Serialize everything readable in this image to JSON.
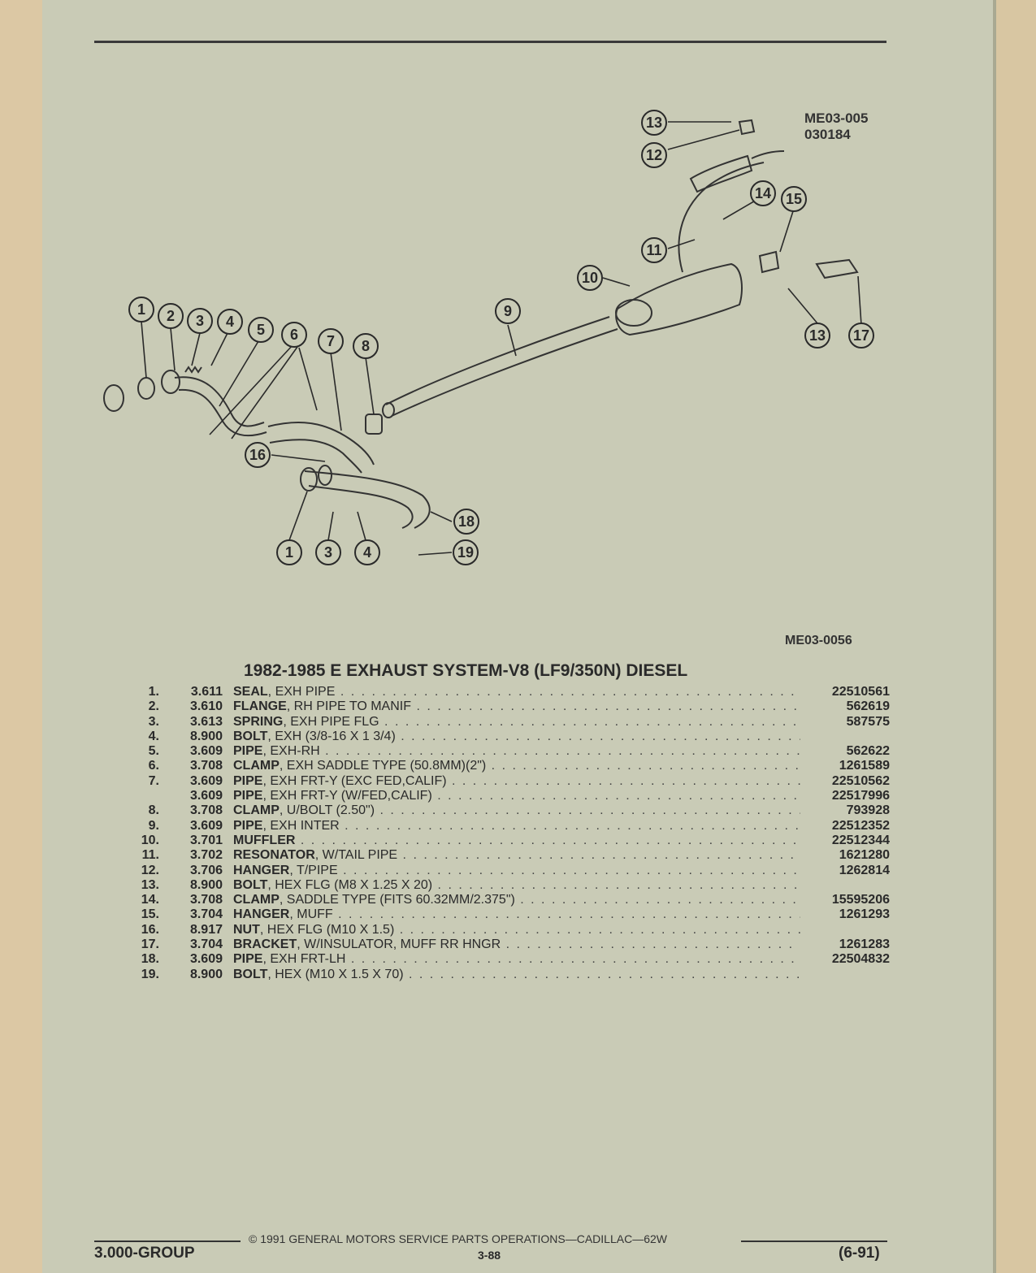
{
  "figure": {
    "id": "ME03-005",
    "date_code": "030184",
    "code": "ME03-0056"
  },
  "title": "1982-1985 E EXHAUST SYSTEM-V8 (LF9/350N) DIESEL",
  "parts": [
    {
      "num": "1.",
      "group": "3.611",
      "name": "SEAL",
      "desc": ", EXH PIPE",
      "part_no": "22510561"
    },
    {
      "num": "2.",
      "group": "3.610",
      "name": "FLANGE",
      "desc": ", RH PIPE TO MANIF",
      "part_no": "562619"
    },
    {
      "num": "3.",
      "group": "3.613",
      "name": "SPRING",
      "desc": ", EXH PIPE FLG",
      "part_no": "587575"
    },
    {
      "num": "4.",
      "group": "8.900",
      "name": "BOLT",
      "desc": ", EXH (3/8-16 X 1 3/4)",
      "part_no": ""
    },
    {
      "num": "5.",
      "group": "3.609",
      "name": "PIPE",
      "desc": ", EXH-RH",
      "part_no": "562622"
    },
    {
      "num": "6.",
      "group": "3.708",
      "name": "CLAMP",
      "desc": ", EXH SADDLE TYPE (50.8MM)(2\")",
      "part_no": "1261589"
    },
    {
      "num": "7.",
      "group": "3.609",
      "name": "PIPE",
      "desc": ", EXH FRT-Y (EXC FED,CALIF)",
      "part_no": "22510562"
    },
    {
      "num": "",
      "group": "3.609",
      "name": "PIPE",
      "desc": ", EXH FRT-Y (W/FED,CALIF)",
      "part_no": "22517996"
    },
    {
      "num": "8.",
      "group": "3.708",
      "name": "CLAMP",
      "desc": ", U/BOLT (2.50\")",
      "part_no": "793928"
    },
    {
      "num": "9.",
      "group": "3.609",
      "name": "PIPE",
      "desc": ", EXH INTER",
      "part_no": "22512352"
    },
    {
      "num": "10.",
      "group": "3.701",
      "name": "MUFFLER",
      "desc": "",
      "part_no": "22512344"
    },
    {
      "num": "11.",
      "group": "3.702",
      "name": "RESONATOR",
      "desc": ", W/TAIL PIPE",
      "part_no": "1621280"
    },
    {
      "num": "12.",
      "group": "3.706",
      "name": "HANGER",
      "desc": ", T/PIPE",
      "part_no": "1262814"
    },
    {
      "num": "13.",
      "group": "8.900",
      "name": "BOLT",
      "desc": ", HEX FLG (M8 X 1.25 X 20)",
      "part_no": ""
    },
    {
      "num": "14.",
      "group": "3.708",
      "name": "CLAMP",
      "desc": ", SADDLE TYPE (FITS 60.32MM/2.375\")",
      "part_no": "15595206"
    },
    {
      "num": "15.",
      "group": "3.704",
      "name": "HANGER",
      "desc": ", MUFF",
      "part_no": "1261293"
    },
    {
      "num": "16.",
      "group": "8.917",
      "name": "NUT",
      "desc": ", HEX FLG (M10 X 1.5)",
      "part_no": ""
    },
    {
      "num": "17.",
      "group": "3.704",
      "name": "BRACKET",
      "desc": ", W/INSULATOR, MUFF RR HNGR",
      "part_no": "1261283"
    },
    {
      "num": "18.",
      "group": "3.609",
      "name": "PIPE",
      "desc": ", EXH FRT-LH",
      "part_no": "22504832"
    },
    {
      "num": "19.",
      "group": "8.900",
      "name": "BOLT",
      "desc": ", HEX (M10 X 1.5 X 70)",
      "part_no": ""
    }
  ],
  "callouts": [
    "1",
    "2",
    "3",
    "4",
    "5",
    "6",
    "7",
    "8",
    "9",
    "10",
    "11",
    "12",
    "13",
    "14",
    "15",
    "16",
    "17",
    "18",
    "19"
  ],
  "footer": {
    "group": "3.000-GROUP",
    "copyright": "© 1991 GENERAL MOTORS SERVICE PARTS OPERATIONS—CADILLAC—62W",
    "page": "3-88",
    "date": "(6-91)"
  }
}
